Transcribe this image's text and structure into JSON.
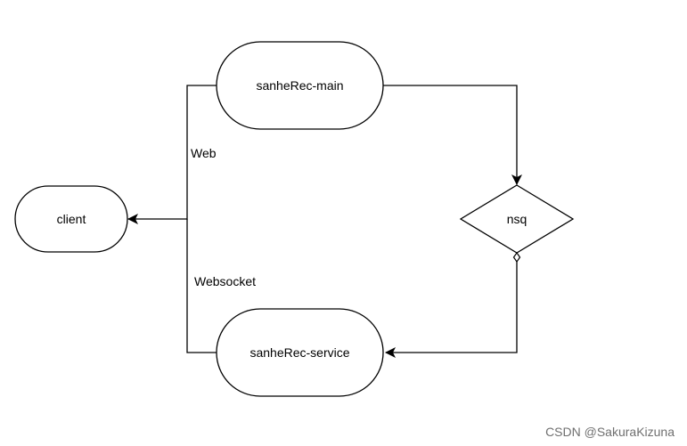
{
  "nodes": {
    "main": {
      "label": "sanheRec-main"
    },
    "service": {
      "label": "sanheRec-service"
    },
    "client": {
      "label": "client"
    },
    "nsq": {
      "label": "nsq"
    }
  },
  "edges": {
    "web": {
      "label": "Web"
    },
    "websocket": {
      "label": "Websocket"
    }
  },
  "watermark": "CSDN @SakuraKizuna"
}
